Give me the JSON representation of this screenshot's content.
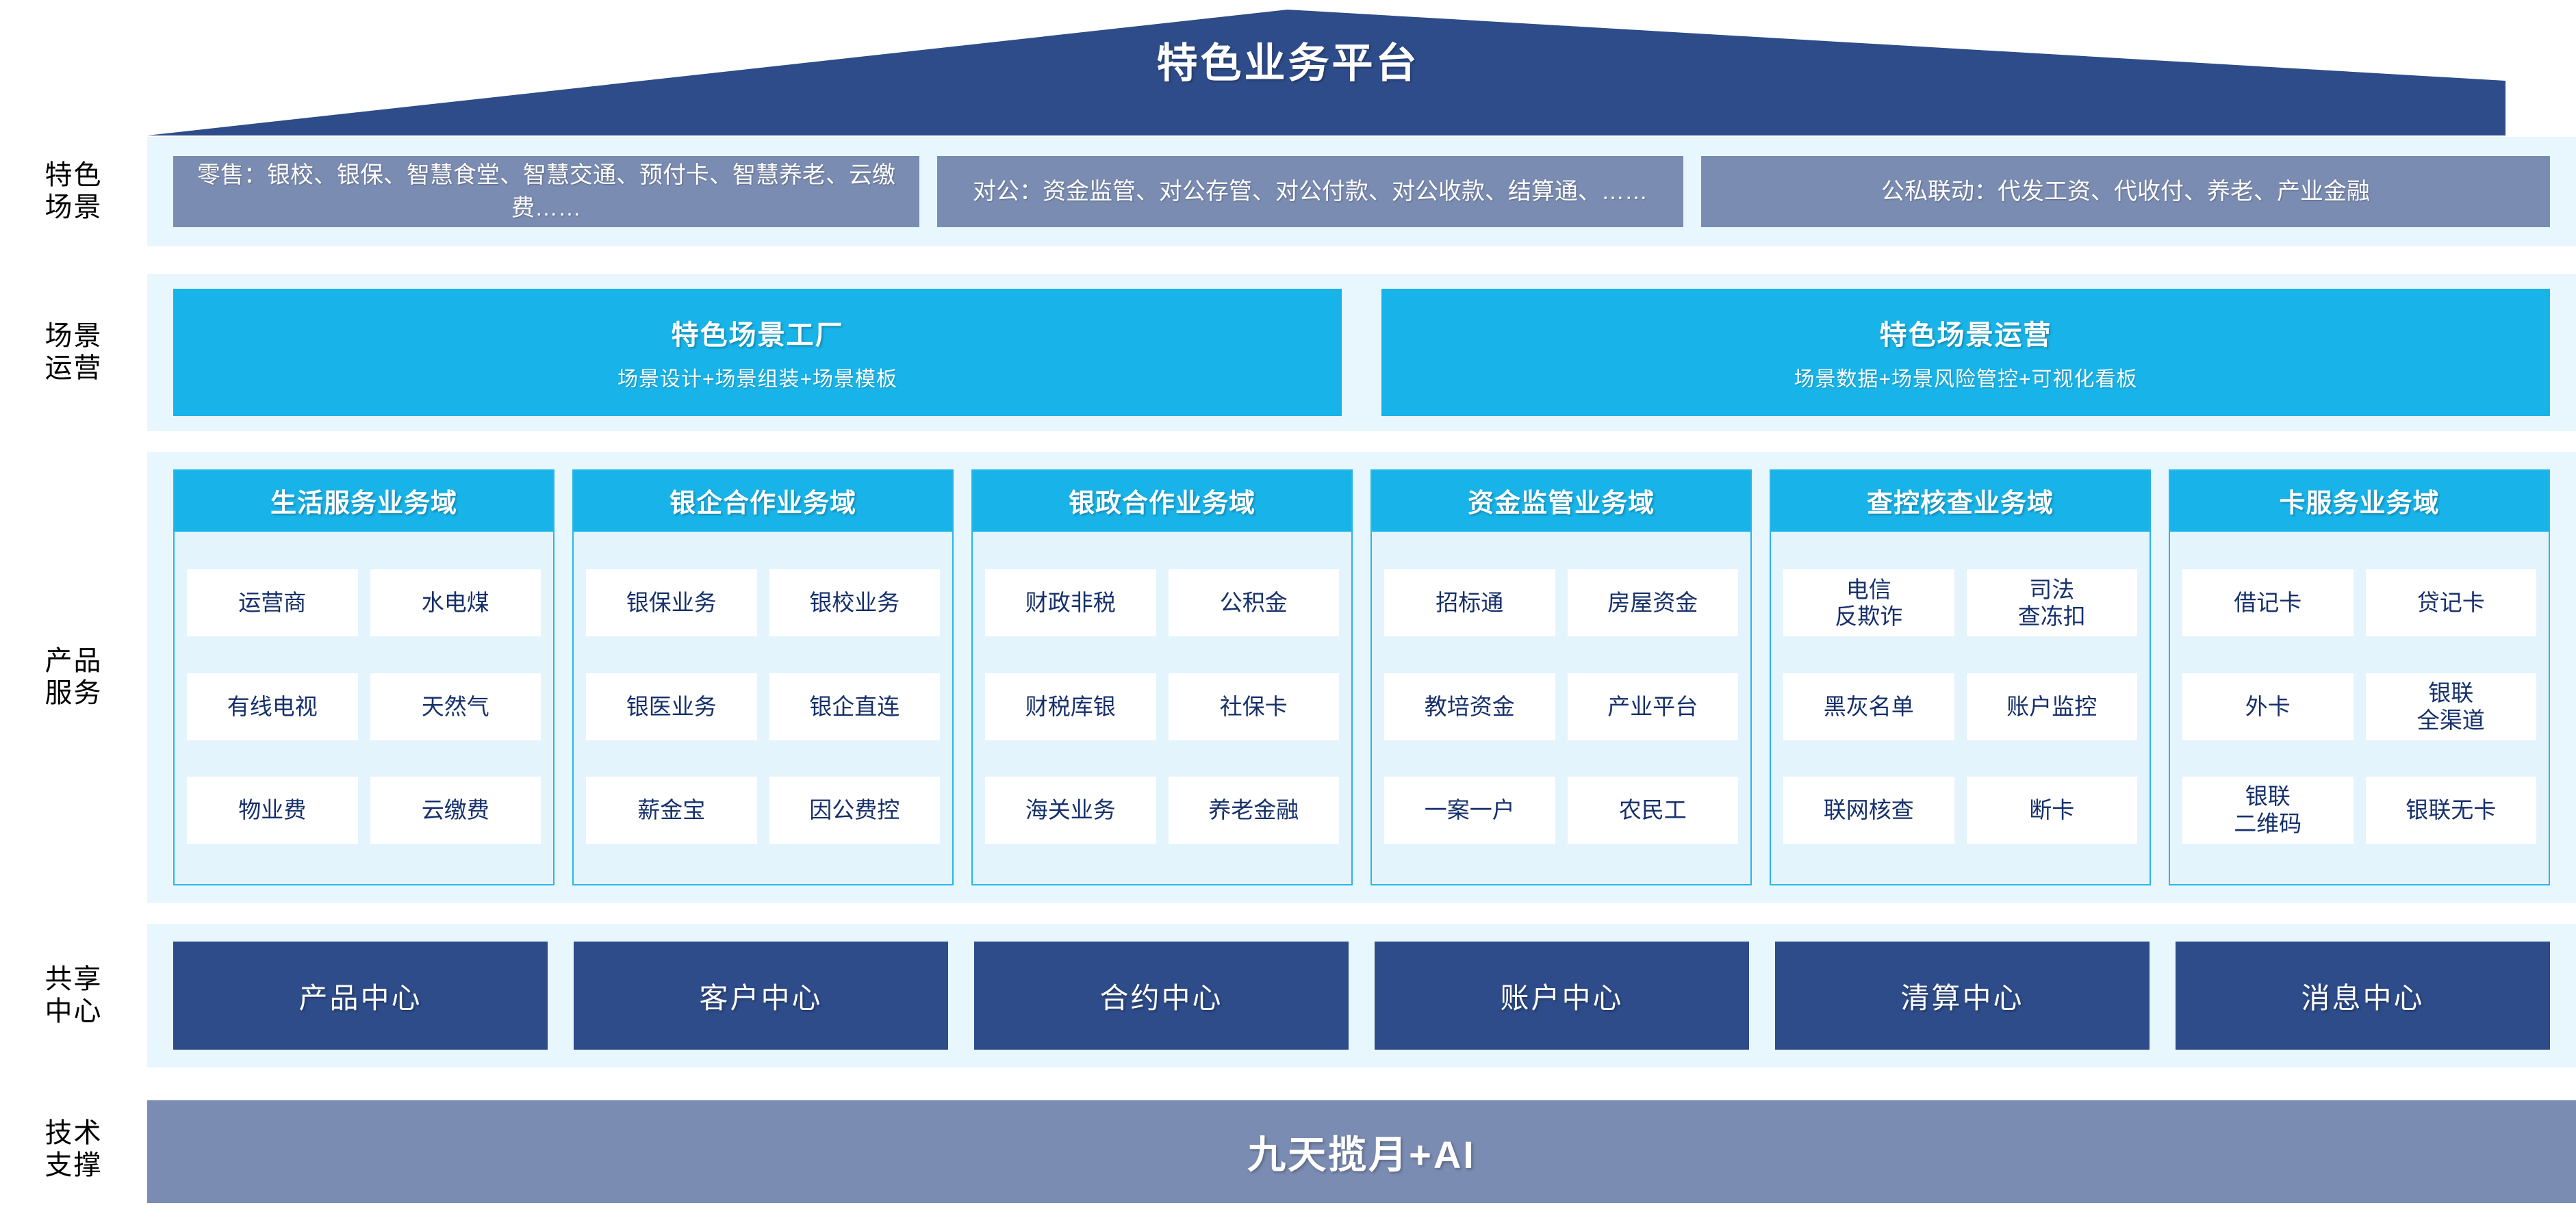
{
  "header": {
    "title": "特色业务平台"
  },
  "colors": {
    "roof": "#2e4c89",
    "accent_cyan": "#18b4e9",
    "band_bg": "#e8f7fd",
    "scenario_box": "#7b8cb2",
    "shared_center": "#2e4c89",
    "tech_bar": "#7b8cb2",
    "cell_text": "#16306b"
  },
  "rows": {
    "scenario": {
      "label": "特色\n场景",
      "boxes": [
        {
          "text": "零售：银校、银保、智慧食堂、智慧交通、预付卡、智慧养老、云缴费……"
        },
        {
          "text": "对公：资金监管、对公存管、对公付款、对公收款、结算通、……"
        },
        {
          "text": "公私联动：代发工资、代收付、养老、产业金融"
        }
      ]
    },
    "operation": {
      "label": "场景\n运营",
      "boxes": [
        {
          "title": "特色场景工厂",
          "subtitle": "场景设计+场景组装+场景模板"
        },
        {
          "title": "特色场景运营",
          "subtitle": "场景数据+场景风险管控+可视化看板"
        }
      ]
    },
    "product": {
      "label": "产品\n服务",
      "domains": [
        {
          "title": "生活服务业务域",
          "items": [
            "运营商",
            "水电煤",
            "有线电视",
            "天然气",
            "物业费",
            "云缴费"
          ]
        },
        {
          "title": "银企合作业务域",
          "items": [
            "银保业务",
            "银校业务",
            "银医业务",
            "银企直连",
            "薪金宝",
            "因公费控"
          ]
        },
        {
          "title": "银政合作业务域",
          "items": [
            "财政非税",
            "公积金",
            "财税库银",
            "社保卡",
            "海关业务",
            "养老金融"
          ]
        },
        {
          "title": "资金监管业务域",
          "items": [
            "招标通",
            "房屋资金",
            "教培资金",
            "产业平台",
            "一案一户",
            "农民工"
          ]
        },
        {
          "title": "查控核查业务域",
          "items": [
            "电信\n反欺诈",
            "司法\n查冻扣",
            "黑灰名单",
            "账户监控",
            "联网核查",
            "断卡"
          ]
        },
        {
          "title": "卡服务业务域",
          "items": [
            "借记卡",
            "贷记卡",
            "外卡",
            "银联\n全渠道",
            "银联\n二维码",
            "银联无卡"
          ]
        }
      ]
    },
    "shared": {
      "label": "共享\n中心",
      "centers": [
        "产品中心",
        "客户中心",
        "合约中心",
        "账户中心",
        "清算中心",
        "消息中心"
      ]
    },
    "tech": {
      "label": "技术\n支撑",
      "bar_text": "九天揽月+AI"
    }
  }
}
